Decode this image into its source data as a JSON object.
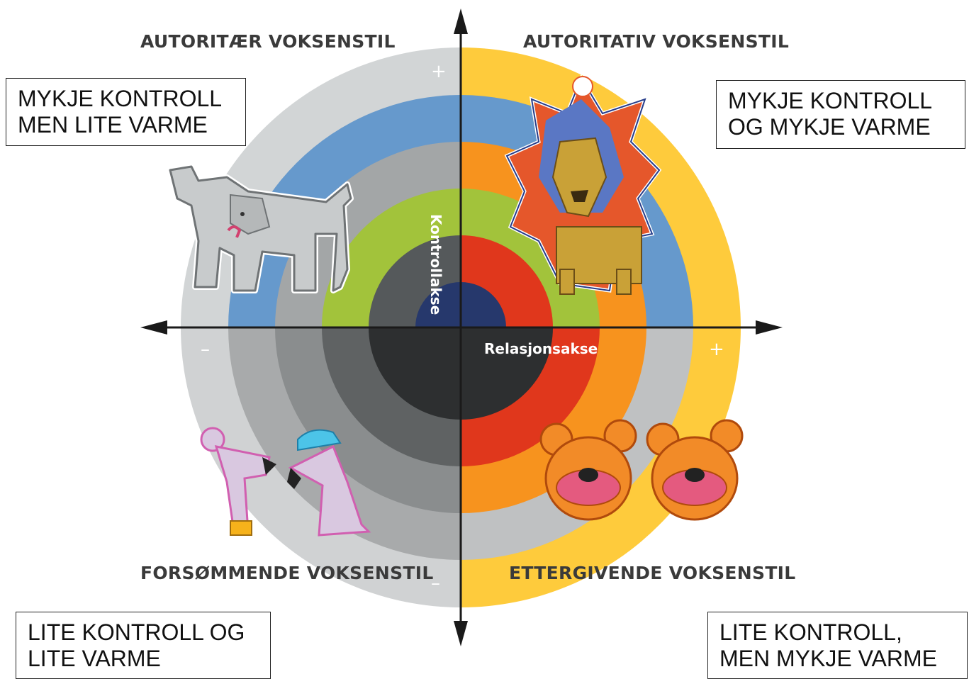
{
  "quadrants": {
    "top_left": "AUTORITÆR VOKSENSTIL",
    "top_right": "AUTORITATIV VOKSENSTIL",
    "bottom_left": "FORSØMMENDE VOKSENSTIL",
    "bottom_right": "ETTERGIVENDE VOKSENSTIL"
  },
  "boxes": {
    "top_left": [
      "MYKJE KONTROLL",
      "MEN LITE VARME"
    ],
    "top_right": [
      "MYKJE KONTROLL",
      "OG MYKJE VARME"
    ],
    "bottom_left": [
      "LITE KONTROLL OG",
      "LITE VARME"
    ],
    "bottom_right": [
      "LITE KONTROLL,",
      "MEN MYKJE VARME"
    ]
  },
  "axes": {
    "vertical": "Kontrollakse",
    "horizontal": "Relasjonsakse",
    "plus": "+",
    "minus": "–"
  },
  "colors": {
    "left_rings": [
      "#d2d5d6",
      "#6699cc",
      "#a3a6a7",
      "#a2c33b",
      "#55595b",
      "#26386c"
    ],
    "right_rings": [
      "#fecb3c",
      "#6699cc",
      "#f7931e",
      "#e0371c",
      "#26386c"
    ],
    "bottom_left_rings": [
      "#d0d2d3",
      "#a8aaab",
      "#8a8d8e",
      "#5f6263",
      "#2d2f30"
    ],
    "bottom_right_rings": [
      "#fecb3c",
      "#bfc1c2",
      "#f7931e",
      "#e0371c",
      "#2d2f30"
    ],
    "arrow": "#1a1a1a"
  },
  "icons": [
    "elephant-icon",
    "lion-icon",
    "mouse-pair-icon",
    "bear-pair-icon"
  ]
}
